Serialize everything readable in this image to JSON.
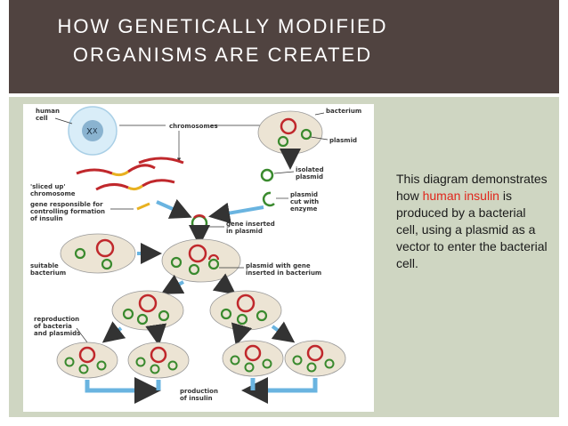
{
  "slide": {
    "title_line1": "HOW GENETICALLY MODIFIED",
    "title_line2": "ORGANISMS ARE CREATED",
    "caption_before": "This diagram demonstrates how ",
    "caption_highlight": "human insulin",
    "caption_after": " is produced by a bacterial cell, using a plasmid as a vector to enter the bacterial cell."
  },
  "diagram": {
    "labels": {
      "human_cell": "human cell",
      "chromosomes": "chromosomes",
      "bacterium": "bacterium",
      "plasmid": "plasmid",
      "isolated_plasmid": "isolated plasmid",
      "sliced_up_chromosome": "'sliced up' chromosome",
      "gene_responsible": "gene responsible for controlling formation of insulin",
      "plasmid_cut": "plasmid cut with enzyme",
      "gene_inserted": "gene inserted in plasmid",
      "suitable_bacterium": "suitable bacterium",
      "plasmid_with_gene": "plasmid with gene inserted in bacterium",
      "reproduction": "reproduction of bacteria and plasmids",
      "production": "production of insulin"
    }
  },
  "colors": {
    "header": "#504340",
    "panel": "#cfd6c2",
    "highlight": "#e0261c",
    "plasmid_green": "#3a8a2e",
    "gene_red": "#c0282c",
    "arrow_blue": "#6ab4e0",
    "cell_fill": "#ece4d4"
  }
}
